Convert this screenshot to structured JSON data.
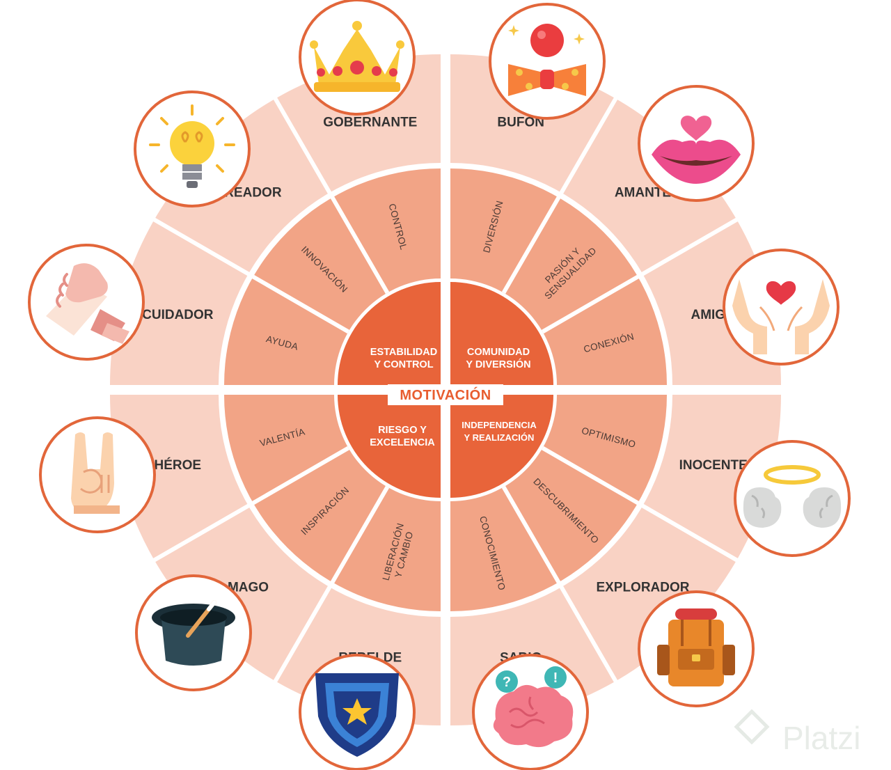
{
  "center": {
    "label": "MOTIVACIÓN"
  },
  "quadrants": [
    {
      "label_line1": "ESTABILIDAD",
      "label_line2": "Y CONTROL"
    },
    {
      "label_line1": "COMUNIDAD",
      "label_line2": "Y DIVERSIÓN"
    },
    {
      "label_line1": "RIESGO Y",
      "label_line2": "EXCELENCIA"
    },
    {
      "label_line1": "INDEPENDENCIA",
      "label_line2": "Y REALIZACIÓN"
    }
  ],
  "archetypes": [
    {
      "name": "GOBERNANTE",
      "motivation": "CONTROL",
      "icon": "crown-icon"
    },
    {
      "name": "CREADOR",
      "motivation": "INNOVACIÓN",
      "icon": "lightbulb-icon"
    },
    {
      "name": "CUIDADOR",
      "motivation": "AYUDA",
      "icon": "holding-hands-icon"
    },
    {
      "name": "BUFÓN",
      "motivation": "DIVERSIÓN",
      "icon": "clown-icon"
    },
    {
      "name": "AMANTE",
      "motivation_line1": "PASIÓN Y",
      "motivation_line2": "SENSUALIDAD",
      "icon": "lips-icon"
    },
    {
      "name": "AMIGO",
      "motivation": "CONEXIÓN",
      "icon": "heart-hands-icon"
    },
    {
      "name": "REBELDE",
      "motivation_line1": "LIBERACIÓN",
      "motivation_line2": "Y CAMBIO",
      "icon": "rock-hand-icon"
    },
    {
      "name": "MAGO",
      "motivation": "INSPIRACIÓN",
      "icon": "magic-hat-icon"
    },
    {
      "name": "HÉROE",
      "motivation": "VALENTÍA",
      "icon": "shield-star-icon"
    },
    {
      "name": "INOCENTE",
      "motivation": "OPTIMISMO",
      "icon": "angel-halo-icon"
    },
    {
      "name": "EXPLORADOR",
      "motivation": "DESCUBRIMIENTO",
      "icon": "backpack-icon"
    },
    {
      "name": "SABIO",
      "motivation": "CONOCIMIENTO",
      "icon": "brain-icon"
    }
  ],
  "watermark": "Platzi",
  "colors": {
    "outer_ring": "#f9d2c4",
    "middle_ring": "#f2a486",
    "core": "#e8643a",
    "icon_circle_border": "#e2663a",
    "center_text": "#e85d2f"
  }
}
